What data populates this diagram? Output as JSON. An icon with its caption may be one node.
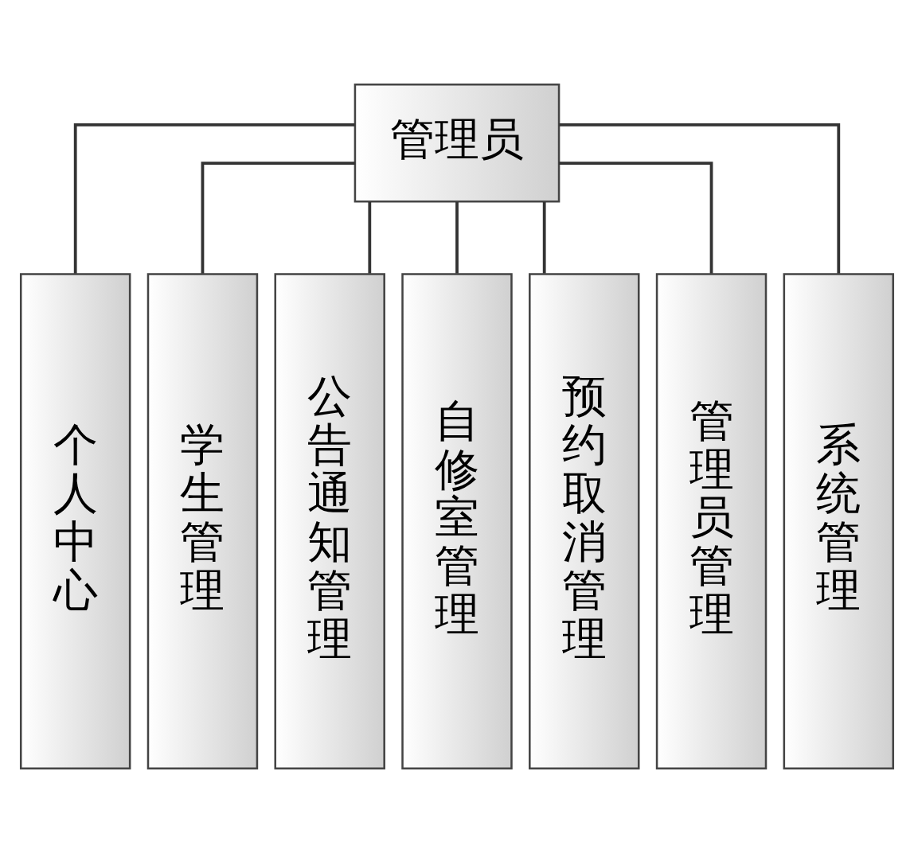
{
  "diagram": {
    "nodes": [
      {
        "text": [
          "管理员"
        ]
      },
      {
        "text": [
          "个人中心"
        ]
      },
      {
        "text": [
          "学生管理"
        ]
      },
      {
        "text": [
          "公告通知管理"
        ]
      },
      {
        "text": [
          "自修室管理"
        ]
      },
      {
        "text": [
          "预约取消管理"
        ]
      },
      {
        "text": [
          "管理员管理"
        ]
      },
      {
        "text": [
          "系统管理"
        ]
      }
    ],
    "edges": [
      {
        "from": 0,
        "to": 1,
        "arrow": "none"
      },
      {
        "from": 0,
        "to": 2,
        "arrow": "none"
      },
      {
        "from": 0,
        "to": 3,
        "arrow": "none"
      },
      {
        "from": 0,
        "to": 4,
        "arrow": "none"
      },
      {
        "from": 0,
        "to": 5,
        "arrow": "none"
      },
      {
        "from": 0,
        "to": 6,
        "arrow": "none"
      },
      {
        "from": 0,
        "to": 7,
        "arrow": "none"
      }
    ]
  }
}
